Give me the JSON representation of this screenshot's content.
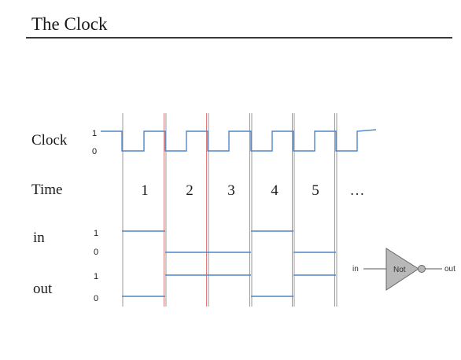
{
  "title": "The Clock",
  "labels": {
    "clock": "Clock",
    "time": "Time",
    "in": "in",
    "out": "out"
  },
  "levels": {
    "clock_high": "1",
    "clock_low": "0",
    "in_high": "1",
    "in_low": "0",
    "out_high": "1",
    "out_low": "0"
  },
  "time_steps": [
    "1",
    "2",
    "3",
    "4",
    "5",
    "…"
  ],
  "signals": {
    "in": [
      1,
      0,
      0,
      1,
      0
    ],
    "out": [
      0,
      1,
      1,
      0,
      1
    ]
  },
  "gate": {
    "label": "Not",
    "input_label": "in",
    "output_label": "out"
  },
  "colors": {
    "signal_line": "#4f86c6",
    "cycle_line": "#e07a7a",
    "divider_line": "#9a9a9a",
    "text": "#1a1a1a"
  }
}
